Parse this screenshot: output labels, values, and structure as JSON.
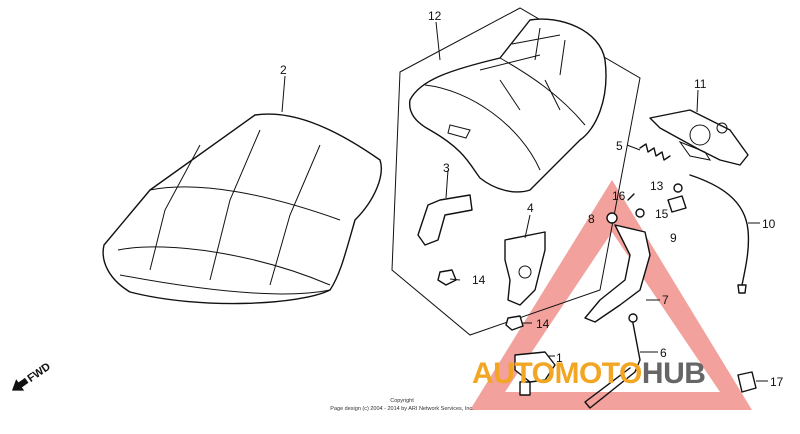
{
  "brand": {
    "part1": "AUTOMOTO",
    "part2": "HUB",
    "color1": "#f2a623",
    "color2": "#666666",
    "triangle_color": "#e8534a"
  },
  "copyright": {
    "line1": "Copyright",
    "line2": "Page design (c) 2004 - 2014 by ARI Network Services, Inc."
  },
  "fwd_label": "FWD",
  "callouts": [
    "1",
    "2",
    "3",
    "4",
    "5",
    "6",
    "7",
    "8",
    "9",
    "10",
    "11",
    "12",
    "13",
    "14",
    "14",
    "15",
    "16",
    "17"
  ]
}
